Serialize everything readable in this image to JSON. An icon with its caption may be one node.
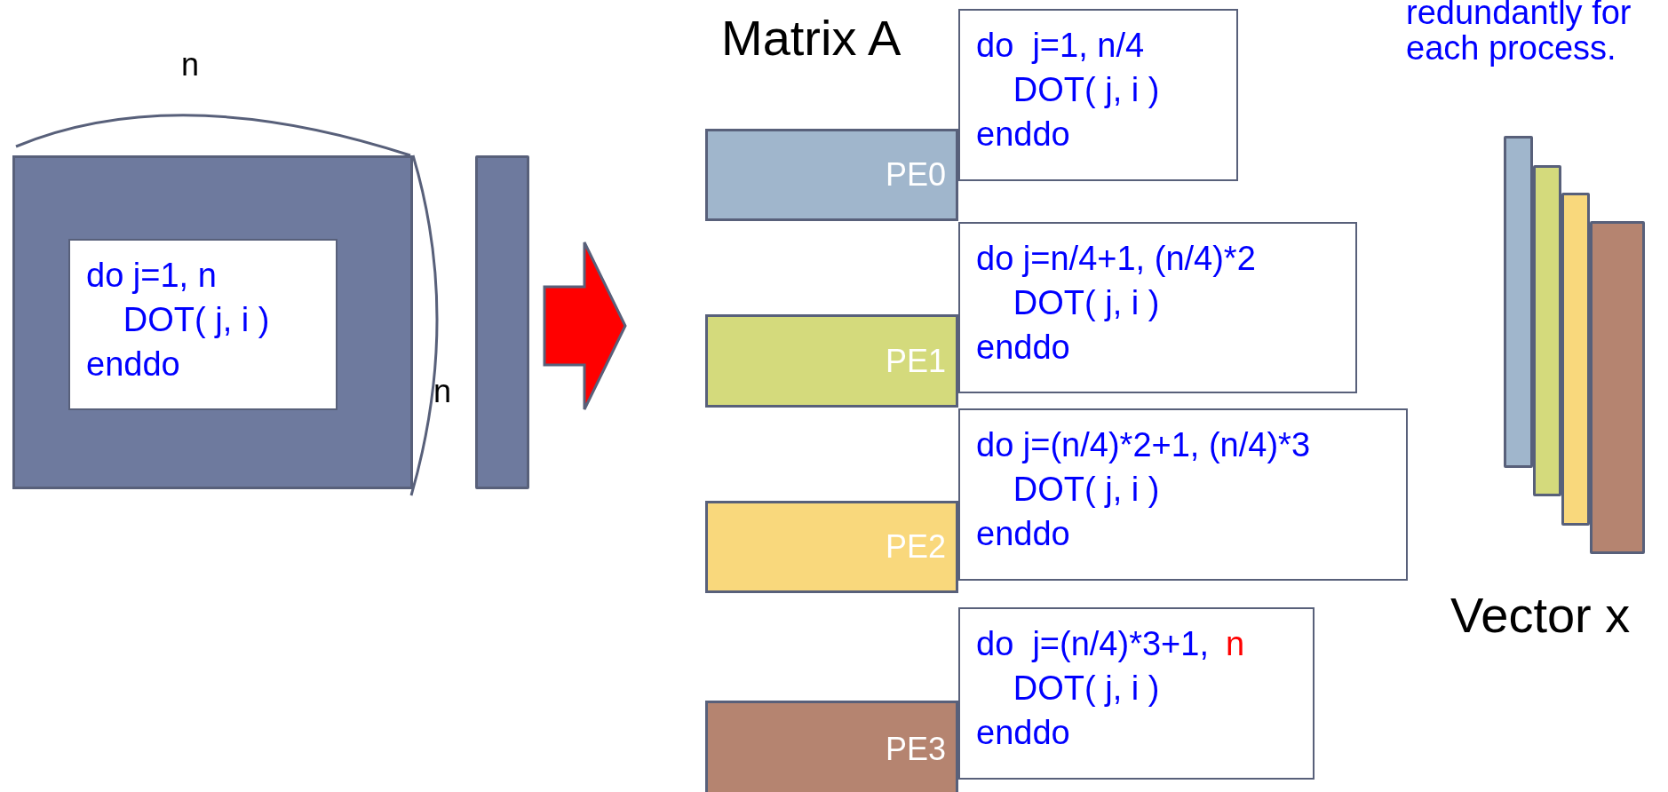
{
  "diagram": {
    "nodes": [
      {
        "text": [],
        "shape": "box"
      },
      {
        "text": [
          "do j=1, n",
          "DOT( j, i )",
          "enddo"
        ],
        "in": 0
      },
      {
        "text": [],
        "shape": "bar"
      },
      {
        "text": [
          "PE0"
        ]
      },
      {
        "text": [
          "do  j=1, n/4",
          "DOT( j, i )",
          "enddo"
        ]
      },
      {
        "text": [
          "PE1"
        ]
      },
      {
        "text": [
          "do j=n/4+1, (n/4)*2",
          "DOT( j, i )",
          "enddo"
        ]
      },
      {
        "text": [
          "PE2"
        ]
      },
      {
        "text": [
          "do j=(n/4)*2+1, (n/4)*3",
          "DOT( j, i )",
          "enddo"
        ]
      },
      {
        "text": [
          "PE3"
        ]
      },
      {
        "text": [
          "do  j=(n/4)*3+1,",
          "n",
          "DOT( j, i )",
          "enddo"
        ]
      },
      {
        "text": [],
        "shape": "bar"
      },
      {
        "text": [],
        "shape": "bar"
      },
      {
        "text": [],
        "shape": "bar"
      },
      {
        "text": [],
        "shape": "bar"
      }
    ],
    "edges": [
      {
        "from": 2,
        "to": 5,
        "arrow": "to"
      }
    ],
    "labels": [
      "redundantly for each process.",
      "Matrix A",
      "n",
      "n",
      "Vector x"
    ]
  }
}
